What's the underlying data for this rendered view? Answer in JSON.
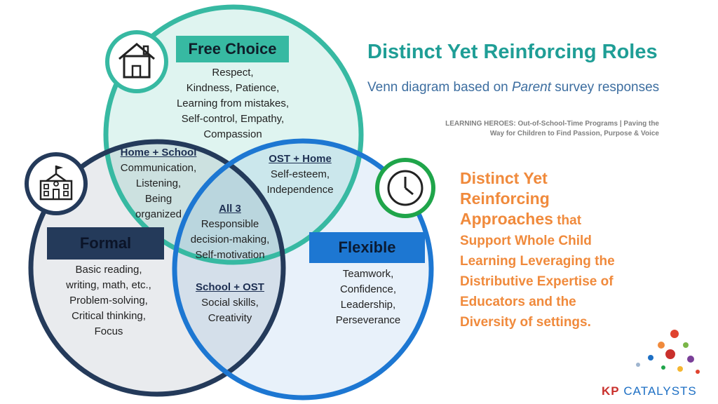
{
  "title": "Distinct Yet Reinforcing Roles",
  "subtitle_pre": "Venn diagram based on ",
  "subtitle_em": "Parent",
  "subtitle_post": " survey responses",
  "source_line1": "LEARNING HEROES: Out-of-School-Time Programs | Paving the",
  "source_line2": "Way for Children to Find Passion, Purpose & Voice",
  "approach": {
    "line1": "Distinct Yet",
    "line2": "Reinforcing",
    "line3a": "Approaches",
    "line3b": " that",
    "line4": "Support Whole Child",
    "line5": "Learning Leveraging the",
    "line6": "Distributive Expertise of",
    "line7": "Educators and the",
    "line8": "Diversity of settings."
  },
  "circles": {
    "free_choice": {
      "label": "Free Choice",
      "items": [
        "Respect,",
        "Kindness, Patience,",
        "Learning from mistakes,",
        "Self-control, Empathy,",
        "Compassion"
      ],
      "icon": "house-icon"
    },
    "formal": {
      "label": "Formal",
      "items": [
        "Basic reading,",
        "writing, math, etc.,",
        "Problem-solving,",
        "Critical thinking,",
        "Focus"
      ],
      "icon": "school-building-icon"
    },
    "flexible": {
      "label": "Flexible",
      "items": [
        "Teamwork,",
        "Confidence,",
        "Leadership,",
        "Perseverance"
      ],
      "icon": "clock-icon"
    }
  },
  "overlaps": {
    "home_school": {
      "header": "Home + School",
      "items": [
        "Communication,",
        "Listening,",
        "Being",
        "organized"
      ]
    },
    "ost_home": {
      "header": "OST + Home",
      "items": [
        "Self-esteem,",
        "Independence"
      ]
    },
    "all3": {
      "header": "All 3",
      "items": [
        "Responsible",
        "decision-making,",
        "Self-motivation"
      ]
    },
    "school_ost": {
      "header": "School + OST",
      "items": [
        "Social skills,",
        "Creativity"
      ]
    }
  },
  "logo": {
    "kp": "KP",
    "catalysts": "CATALYSTS"
  },
  "colors": {
    "free_choice": "#37b9a2",
    "formal": "#243a5a",
    "flexible": "#1d77d2",
    "clock_ring": "#1fa54a",
    "title": "#1f9e96",
    "approach": "#f08a3c"
  }
}
